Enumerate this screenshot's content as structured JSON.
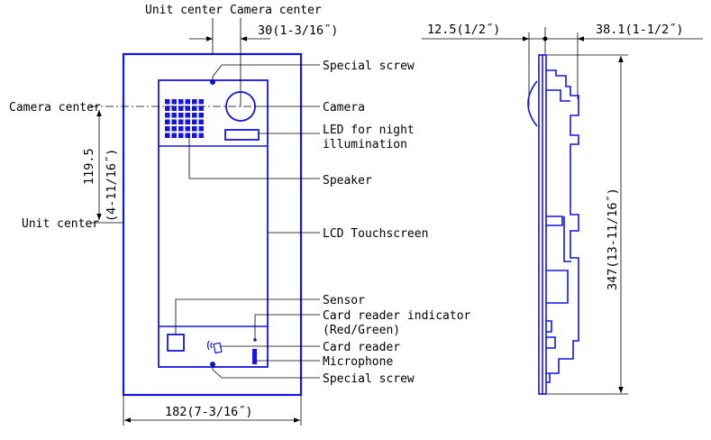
{
  "colors": {
    "outline": "#1414e6",
    "leader": "#000000",
    "background": "#ffffff"
  },
  "front_view": {
    "top_labels": {
      "unit_center": "Unit center",
      "camera_center": "Camera center"
    },
    "width_dimension": "182(7-3/16˝)",
    "camera_offset_dimension": "30(1-3/16˝)",
    "vertical_dimension_mm": "119.5",
    "vertical_dimension_in": "(4-11/16˝)",
    "left_labels": {
      "camera_center": "Camera center",
      "unit_center": "Unit center"
    },
    "callouts": {
      "special_screw_top": "Special screw",
      "camera": "Camera",
      "led_line1": "LED for night",
      "led_line2": "illumination",
      "speaker": "Speaker",
      "lcd": "LCD Touchscreen",
      "sensor": "Sensor",
      "card_indicator_line1": "Card reader indicator",
      "card_indicator_line2": "(Red/Green)",
      "card_reader": "Card reader",
      "microphone": "Microphone",
      "special_screw_bottom": "Special screw"
    }
  },
  "side_view": {
    "depth_front": "12.5(1/2˝)",
    "depth_total": "38.1(1-1/2˝)",
    "height": "347(13-11/16˝)"
  }
}
